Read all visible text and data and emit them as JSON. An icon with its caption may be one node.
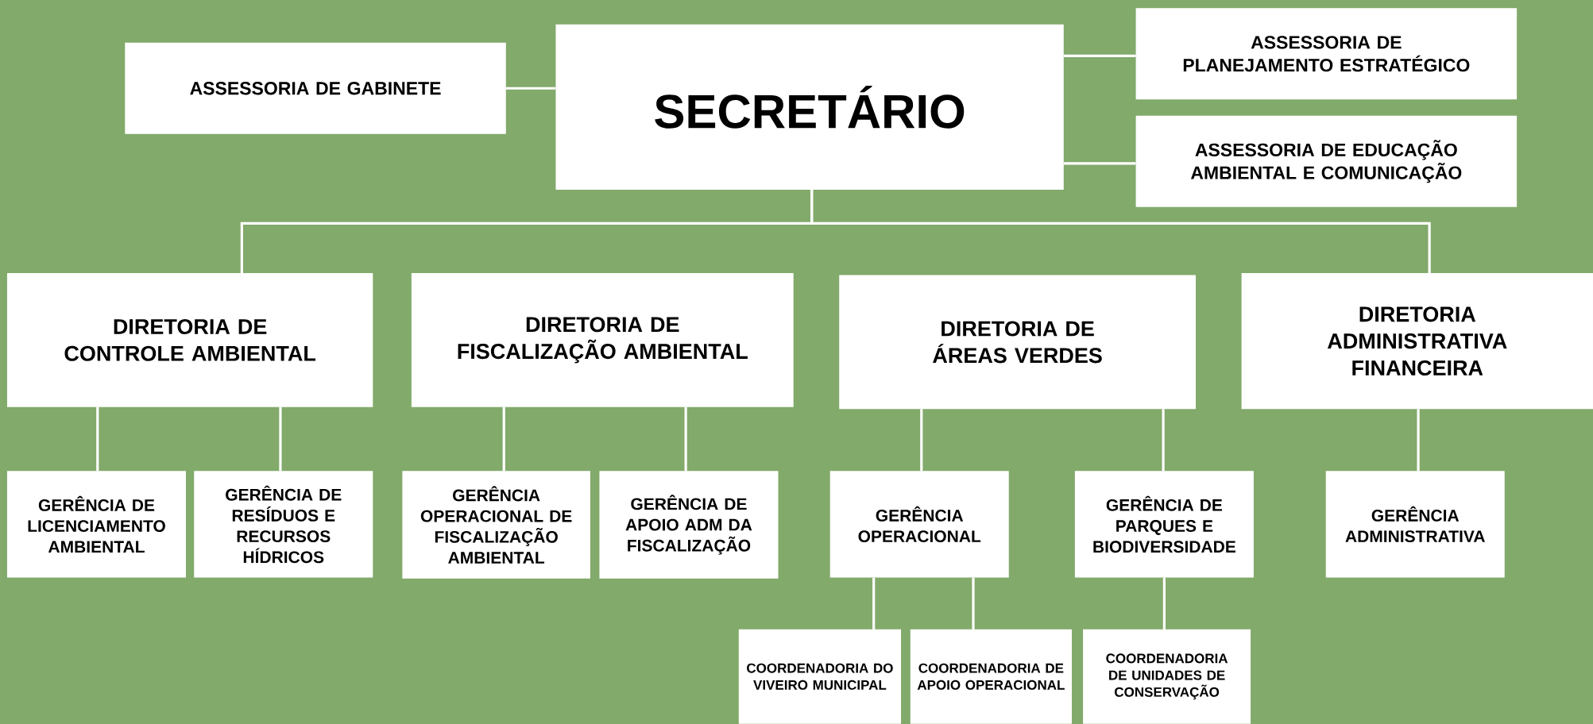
{
  "diagram": {
    "nodes": [
      {
        "text": [
          "SECRETÁRIO"
        ]
      },
      {
        "text": [
          "ASSESSORIA DE GABINETE"
        ]
      },
      {
        "text": [
          "ASSESSORIA DE PLANEJAMENTO ESTRATÉGICO"
        ]
      },
      {
        "text": [
          "ASSESSORIA DE EDUCAÇÃO AMBIENTAL E COMUNICAÇÃO"
        ]
      },
      {
        "text": [
          "DIRETORIA DE CONTROLE AMBIENTAL"
        ]
      },
      {
        "text": [
          "DIRETORIA DE FISCALIZAÇÃO AMBIENTAL"
        ]
      },
      {
        "text": [
          "DIRETORIA DE ÁREAS VERDES"
        ]
      },
      {
        "text": [
          "DIRETORIA ADMINISTRATIVA FINANCEIRA"
        ]
      },
      {
        "text": [
          "GERÊNCIA DE LICENCIAMENTO AMBIENTAL"
        ]
      },
      {
        "text": [
          "GERÊNCIA DE RESÍDUOS E RECURSOS HÍDRICOS"
        ]
      },
      {
        "text": [
          "GERÊNCIA OPERACIONAL DE FISCALIZAÇÃO AMBIENTAL"
        ]
      },
      {
        "text": [
          "GERÊNCIA DE APOIO ADM DA FISCALIZAÇÃO"
        ]
      },
      {
        "text": [
          "GERÊNCIA OPERACIONAL"
        ]
      },
      {
        "text": [
          "GERÊNCIA DE PARQUES E BIODIVERSIDADE"
        ]
      },
      {
        "text": [
          "GERÊNCIA ADMINISTRATIVA"
        ]
      },
      {
        "text": [
          "COORDENADORIA DO VIVEIRO MUNICIPAL"
        ]
      },
      {
        "text": [
          "COORDENADORIA DE APOIO OPERACIONAL"
        ]
      },
      {
        "text": [
          "COORDENADORIA DE UNIDADES DE CONSERVAÇÃO"
        ]
      }
    ],
    "edges": [
      {
        "from": 0,
        "to": 1,
        "arrow": "none"
      },
      {
        "from": 0,
        "to": 2,
        "arrow": "none"
      },
      {
        "from": 0,
        "to": 3,
        "arrow": "none"
      },
      {
        "from": 0,
        "to": 4,
        "arrow": "none"
      },
      {
        "from": 0,
        "to": 7,
        "arrow": "none"
      },
      {
        "from": 4,
        "to": 8,
        "arrow": "none"
      },
      {
        "from": 4,
        "to": 9,
        "arrow": "none"
      },
      {
        "from": 5,
        "to": 10,
        "arrow": "none"
      },
      {
        "from": 5,
        "to": 11,
        "arrow": "none"
      },
      {
        "from": 6,
        "to": 12,
        "arrow": "none"
      },
      {
        "from": 6,
        "to": 13,
        "arrow": "none"
      },
      {
        "from": 7,
        "to": 14,
        "arrow": "none"
      },
      {
        "from": 12,
        "to": 15,
        "arrow": "none"
      },
      {
        "from": 12,
        "to": 16,
        "arrow": "none"
      },
      {
        "from": 13,
        "to": 17,
        "arrow": "none"
      }
    ]
  }
}
